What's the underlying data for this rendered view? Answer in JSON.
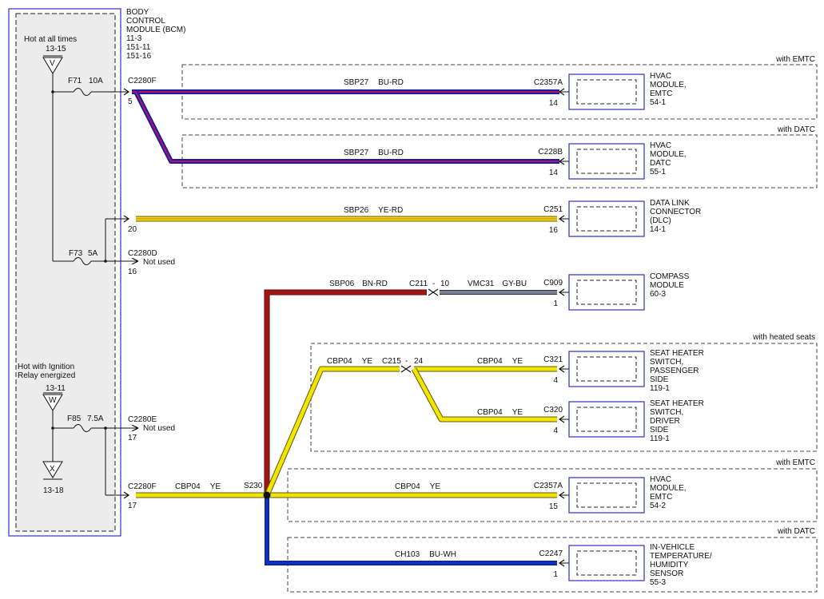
{
  "colors": {
    "blue_red_outer": "#1a1aa8",
    "blue_red_inner": "#b0185a",
    "yellow": "#f2e400",
    "yellow_edge": "#5a5a10",
    "brown_red": "#a01616",
    "gray_blue": "#5c6478",
    "blue_white": "#1030b0",
    "module_border": "#3030c0",
    "bcm_fill": "#ececec"
  },
  "bcm": {
    "title": [
      "BODY",
      "CONTROL",
      "MODULE (BCM)",
      "11-3",
      "151-11",
      "151-16"
    ]
  },
  "power": {
    "hot_all_times": "Hot at all times",
    "hot_all_times_ref": "13-15",
    "v_label": "V",
    "hot_ignition": [
      "Hot with Ignition",
      "Relay energized"
    ],
    "hot_ignition_ref": "13-11",
    "w_label": "W",
    "x_label": "X",
    "x_ref": "13-18",
    "fuse_f71": "F71",
    "fuse_f71_rating": "10A",
    "fuse_f73": "F73",
    "fuse_f73_rating": "5A",
    "fuse_f85": "F85",
    "fuse_f85_rating": "7.5A"
  },
  "bcm_pins": {
    "c2280f_top": "C2280F",
    "pin5": "5",
    "pin20": "20",
    "c2280d": "C2280D",
    "not_used_d": "Not used",
    "pin16": "16",
    "c2280e": "C2280E",
    "not_used_e": "Not used",
    "pin17_e": "17",
    "c2280f_bot": "C2280F",
    "pin17_f": "17"
  },
  "options": {
    "emtc_top": "with EMTC",
    "datc_top": "with DATC",
    "heated_seats": "with heated seats",
    "emtc_bottom": "with EMTC",
    "datc_bottom": "with DATC"
  },
  "wires": {
    "sbp27_a": "SBP27",
    "sbp27_a_color": "BU-RD",
    "sbp27_b": "SBP27",
    "sbp27_b_color": "BU-RD",
    "sbp26": "SBP26",
    "sbp26_color": "YE-RD",
    "sbp06": "SBP06",
    "sbp06_color": "BN-RD",
    "vmc31": "VMC31",
    "vmc31_color": "GY-BU",
    "cbp04_left": "CBP04",
    "cbp04_left_color": "YE",
    "cbp04_pass": "CBP04",
    "cbp04_pass_color": "YE",
    "cbp04_driver": "CBP04",
    "cbp04_driver_color": "YE",
    "cbp04_bcm": "CBP04",
    "cbp04_bcm_color": "YE",
    "cbp04_hvac": "CBP04",
    "cbp04_hvac_color": "YE",
    "ch103": "CH103",
    "ch103_color": "BU-WH"
  },
  "inline_connectors": {
    "c211": "C211",
    "c211_dash": "-",
    "c211_pin": "10",
    "c215": "C215",
    "c215_dash": "-",
    "c215_pin": "24",
    "splice": "S230"
  },
  "modules": [
    {
      "connector": "C2357A",
      "pin": "14",
      "lines": [
        "HVAC",
        "MODULE,",
        "EMTC",
        "54-1"
      ]
    },
    {
      "connector": "C228B",
      "pin": "14",
      "lines": [
        "HVAC",
        "MODULE,",
        "DATC",
        "55-1"
      ]
    },
    {
      "connector": "C251",
      "pin": "16",
      "lines": [
        "DATA LINK",
        "CONNECTOR",
        "(DLC)",
        "14-1"
      ]
    },
    {
      "connector": "C909",
      "pin": "1",
      "lines": [
        "COMPASS",
        "MODULE",
        "60-3"
      ]
    },
    {
      "connector": "C321",
      "pin": "4",
      "lines": [
        "SEAT HEATER",
        "SWITCH,",
        "PASSENGER",
        "SIDE",
        "119-1"
      ]
    },
    {
      "connector": "C320",
      "pin": "4",
      "lines": [
        "SEAT HEATER",
        "SWITCH,",
        "DRIVER",
        "SIDE",
        "119-1"
      ]
    },
    {
      "connector": "C2357A",
      "pin": "15",
      "lines": [
        "HVAC",
        "MODULE,",
        "EMTC",
        "54-2"
      ]
    },
    {
      "connector": "C2247",
      "pin": "1",
      "lines": [
        "IN-VEHICLE",
        "TEMPERATURE/",
        "HUMIDITY",
        "SENSOR",
        "55-3"
      ]
    }
  ]
}
